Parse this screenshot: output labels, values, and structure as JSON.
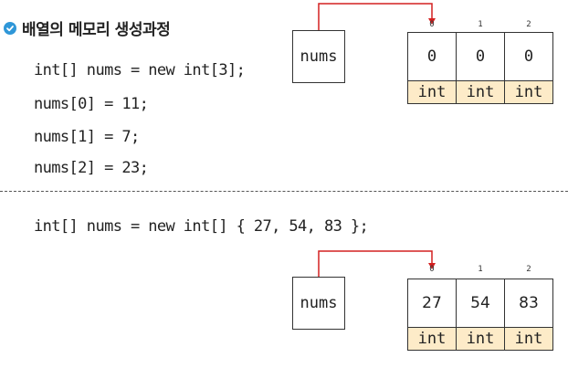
{
  "title": "배열의 메모리 생성과정",
  "section1": {
    "code_lines": [
      "int[] nums = new int[3];",
      "nums[0] = 11;",
      "nums[1] = 7;",
      "nums[2] = 23;"
    ],
    "var_name": "nums",
    "indices": [
      "0",
      "1",
      "2"
    ],
    "values": [
      "0",
      "0",
      "0"
    ],
    "types": [
      "int",
      "int",
      "int"
    ]
  },
  "section2": {
    "code_lines": [
      "int[] nums = new int[] { 27, 54, 83 };"
    ],
    "var_name": "nums",
    "indices": [
      "0",
      "1",
      "2"
    ],
    "values": [
      "27",
      "54",
      "83"
    ],
    "types": [
      "int",
      "int",
      "int"
    ]
  },
  "colors": {
    "arrow": "#d42020",
    "type_fill": "#fdebc8",
    "icon": "#2f97d8"
  }
}
